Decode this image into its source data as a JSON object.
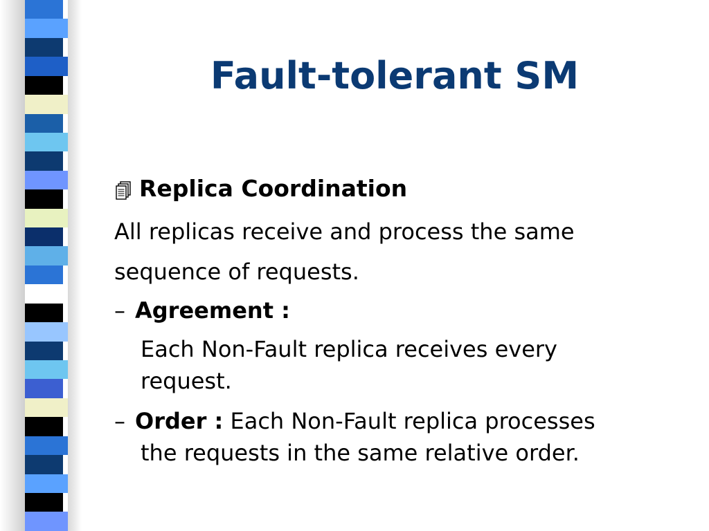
{
  "slide": {
    "title": "Fault-tolerant SM",
    "stripe_colors": [
      "#2b74d6",
      "#5aa2ff",
      "#0d3a70",
      "#1e5fc7",
      "#000000",
      "#f0f0c8",
      "#1b5fa8",
      "#6ec6f0",
      "#0d3a70",
      "#6f95ff",
      "#000000",
      "#e8f2c0",
      "#0b2f6b",
      "#5fb0e8",
      "#2b74d6",
      "#ffffff",
      "#000000",
      "#98c6ff",
      "#0d3a70",
      "#6ec6f0",
      "#3c5fd1",
      "#f0f0c8",
      "#000000",
      "#2b74d6",
      "#0d3a70",
      "#5aa2ff",
      "#000000",
      "#6f95ff"
    ],
    "bullet": {
      "icon": "documents-icon",
      "label": "Replica Coordination"
    },
    "paragraph": {
      "line1": "All replicas receive and process the same",
      "line2": "sequence of requests."
    },
    "agreement": {
      "dash": "–",
      "label": "Agreement :",
      "text_line1": "Each Non-Fault replica receives every",
      "text_line2": "request."
    },
    "order": {
      "dash": "–",
      "label": "Order :",
      "text_line1": " Each Non-Fault replica processes",
      "text_line2": "the requests in the same relative order."
    }
  }
}
